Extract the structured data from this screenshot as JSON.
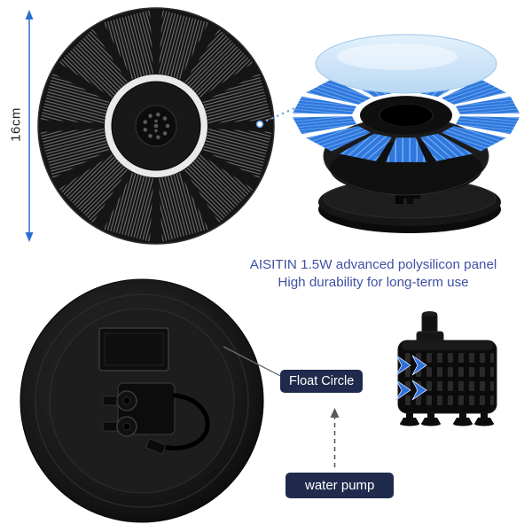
{
  "dimension": {
    "label": "16cm"
  },
  "caption": {
    "line1": "AISITIN 1.5W advanced polysilicon panel",
    "line2": "High durability for long-term use"
  },
  "callouts": {
    "float_circle": "Float Circle",
    "water_pump": "water pump"
  },
  "colors": {
    "background": "#ffffff",
    "caption_text": "#3f51a3",
    "badge_background": "#1f2a4d",
    "badge_text": "#ffffff",
    "dimension_arrow": "#2b6fd0",
    "solar_cell_blue": "#2f78de",
    "glass_panel_blue": "#cfe4f8",
    "device_body": "#161616",
    "annotation_line": "#6e6e6e"
  }
}
